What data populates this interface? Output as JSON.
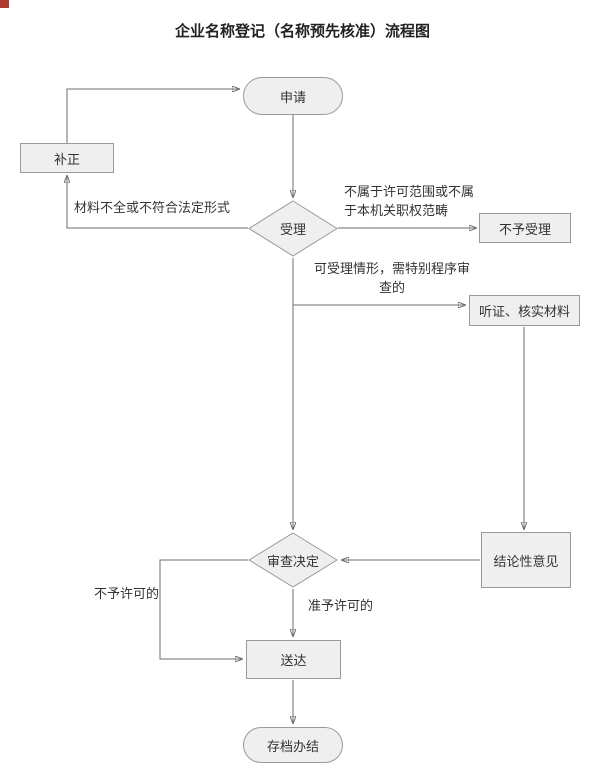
{
  "title": "企业名称登记（名称预先核准）流程图",
  "flowchart": {
    "nodes": {
      "apply": {
        "label": "申请",
        "shape": "stadium"
      },
      "correction": {
        "label": "补正",
        "shape": "rect"
      },
      "acceptance": {
        "label": "受理",
        "shape": "diamond"
      },
      "not_accepted": {
        "label": "不予受理",
        "shape": "rect"
      },
      "hearing": {
        "label": "听证、核实材料",
        "shape": "rect"
      },
      "review_decision": {
        "label": "审查决定",
        "shape": "diamond"
      },
      "conclusion": {
        "label": "结论性意见",
        "shape": "rect"
      },
      "delivery": {
        "label": "送达",
        "shape": "rect"
      },
      "archive": {
        "label": "存档办结",
        "shape": "stadium"
      }
    },
    "edge_labels": {
      "incomplete_materials": "材料不全或不符合法定形式",
      "out_of_scope": "不属于许可范围或不属\n于本机关职权范畴",
      "special_procedure": "可受理情形，需特别程序审\n查的",
      "not_permitted": "不予许可的",
      "permitted": "准予许可的"
    },
    "colors": {
      "node_fill": "#efefef",
      "node_border": "#9a9a9a",
      "line": "#6e6e6e",
      "text": "#333333",
      "corner_marker": "#b03a2e"
    }
  }
}
